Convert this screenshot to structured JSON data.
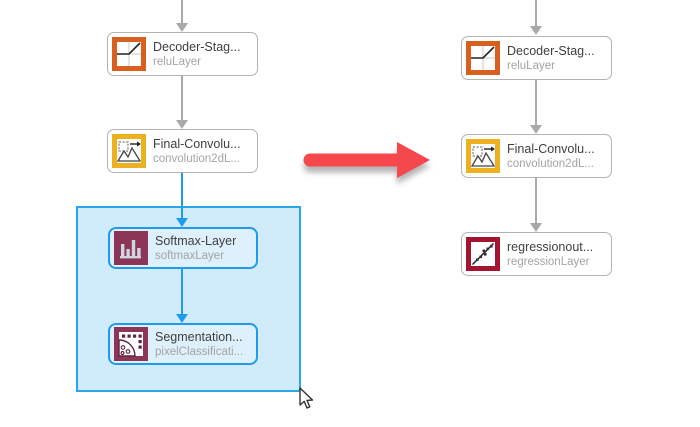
{
  "app": {
    "view": "layer-graph-canvas"
  },
  "left_column": {
    "nodes": [
      {
        "title": "Decoder-Stag...",
        "subtitle": "reluLayer",
        "icon": "relu-icon",
        "selected": false
      },
      {
        "title": "Final-Convolu...",
        "subtitle": "convolution2dL...",
        "icon": "convolution2d-icon",
        "selected": false
      },
      {
        "title": "Softmax-Layer",
        "subtitle": "softmaxLayer",
        "icon": "softmax-icon",
        "selected": true
      },
      {
        "title": "Segmentation...",
        "subtitle": "pixelClassificati...",
        "icon": "pixel-classification-icon",
        "selected": true
      }
    ]
  },
  "right_column": {
    "nodes": [
      {
        "title": "Decoder-Stag...",
        "subtitle": "reluLayer",
        "icon": "relu-icon",
        "selected": false
      },
      {
        "title": "Final-Convolu...",
        "subtitle": "convolution2dL...",
        "icon": "convolution2d-icon",
        "selected": false
      },
      {
        "title": "regressionout...",
        "subtitle": "regressionLayer",
        "icon": "regression-icon",
        "selected": false
      }
    ]
  },
  "colors": {
    "selection_border": "#2aa5ec",
    "selection_fill": "#cde9fb",
    "selected_node_border": "#1f9ce8",
    "edge_gray": "#a9a9a9",
    "edge_blue": "#1f9ce8",
    "relu_icon_bg": "#d95f1e",
    "convolution_icon_bg": "#edb120",
    "softmax_icon_bg": "#8d3556",
    "pixel_classification_icon_bg": "#8d3556",
    "regression_icon_bg": "#a2142f",
    "annotation_arrow": "#f4484d"
  }
}
